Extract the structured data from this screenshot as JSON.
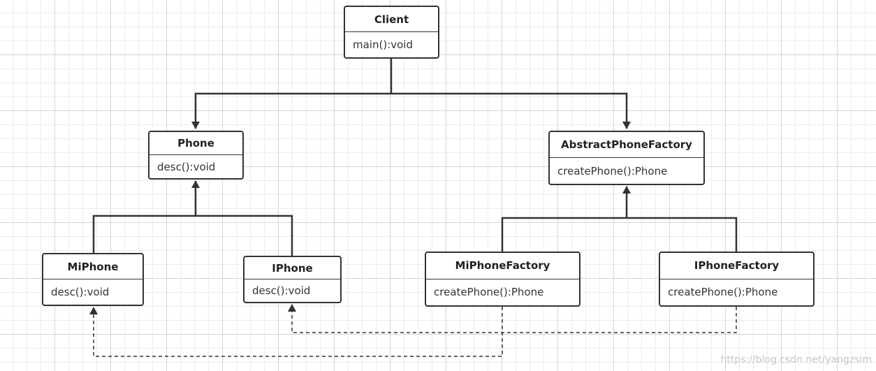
{
  "diagram": {
    "classes": {
      "client": {
        "name": "Client",
        "operation": "main():void"
      },
      "phone": {
        "name": "Phone",
        "operation": "desc():void"
      },
      "abstract_factory": {
        "name": "AbstractPhoneFactory",
        "operation": "createPhone():Phone"
      },
      "miphone": {
        "name": "MiPhone",
        "operation": "desc():void"
      },
      "iphone": {
        "name": "IPhone",
        "operation": "desc():void"
      },
      "miphone_factory": {
        "name": "MiPhoneFactory",
        "operation": "createPhone():Phone"
      },
      "iphone_factory": {
        "name": "IPhoneFactory",
        "operation": "createPhone():Phone"
      }
    },
    "relations": [
      {
        "from": "Client",
        "to": "Phone",
        "kind": "association"
      },
      {
        "from": "Client",
        "to": "AbstractPhoneFactory",
        "kind": "association"
      },
      {
        "from": "MiPhone",
        "to": "Phone",
        "kind": "generalization"
      },
      {
        "from": "IPhone",
        "to": "Phone",
        "kind": "generalization"
      },
      {
        "from": "MiPhoneFactory",
        "to": "AbstractPhoneFactory",
        "kind": "generalization"
      },
      {
        "from": "IPhoneFactory",
        "to": "AbstractPhoneFactory",
        "kind": "generalization"
      },
      {
        "from": "MiPhoneFactory",
        "to": "MiPhone",
        "kind": "dependency"
      },
      {
        "from": "IPhoneFactory",
        "to": "IPhone",
        "kind": "dependency"
      }
    ]
  },
  "watermark": "https://blog.csdn.net/yangzsim"
}
